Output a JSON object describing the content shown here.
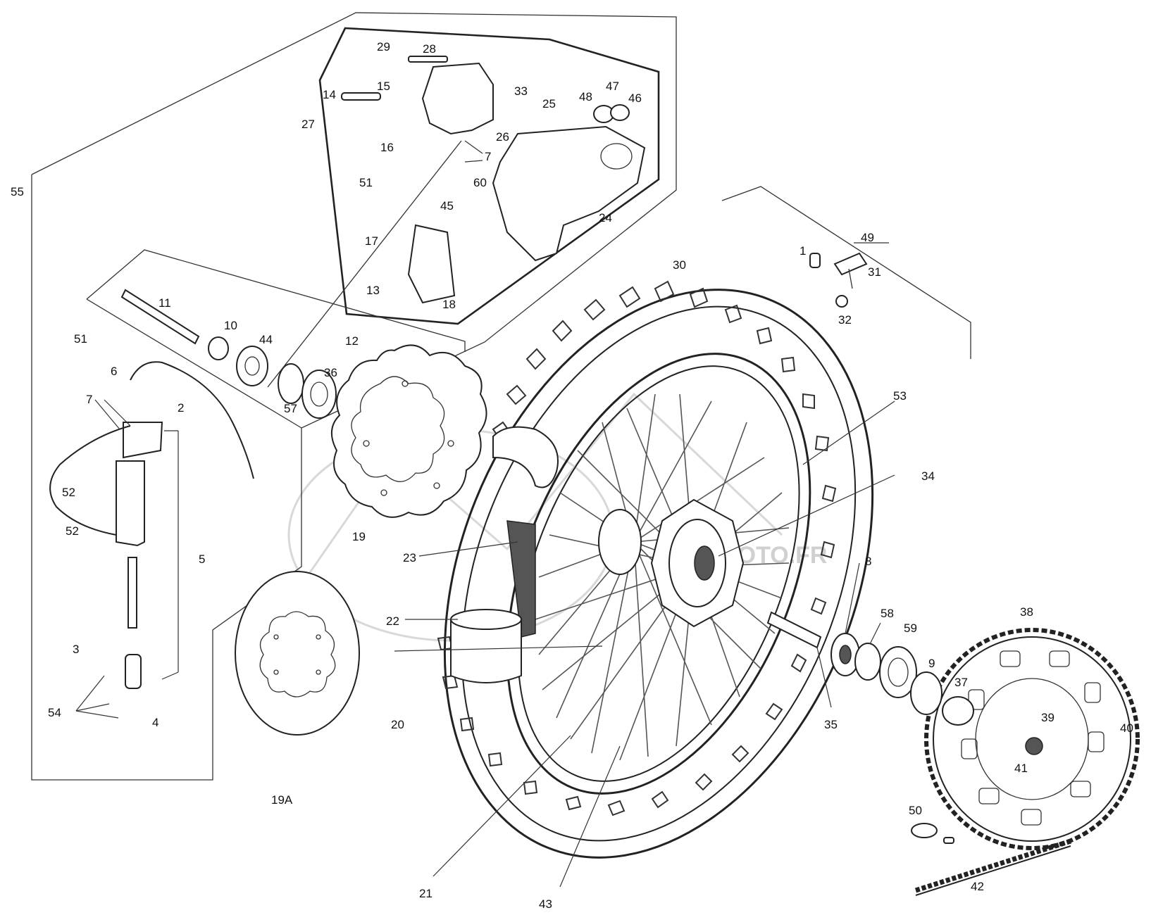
{
  "labels": {
    "l1": "1",
    "l2": "2",
    "l3": "3",
    "l4": "4",
    "l5": "5",
    "l6": "6",
    "l7a": "7",
    "l7b": "7",
    "l8": "8",
    "l9a": "9",
    "l10": "10",
    "l11": "11",
    "l12": "12",
    "l13": "13",
    "l14": "14",
    "l15": "15",
    "l16": "16",
    "l17": "17",
    "l18": "18",
    "l19": "19",
    "l19a": "19A",
    "l20": "20",
    "l21": "21",
    "l22": "22",
    "l23": "23",
    "l24": "24",
    "l25": "25",
    "l26": "26",
    "l27": "27",
    "l28": "28",
    "l29": "29",
    "l30": "30",
    "l31": "31",
    "l32": "32",
    "l33": "33",
    "l34": "34",
    "l35": "35",
    "l36": "36",
    "l37": "37",
    "l38": "38",
    "l39": "39",
    "l40": "40",
    "l41": "41",
    "l42": "42",
    "l43": "43",
    "l44": "44",
    "l45": "45",
    "l46": "46",
    "l47": "47",
    "l48": "48",
    "l49": "49",
    "l50": "50",
    "l51a": "51",
    "l51b": "51",
    "l52a": "52",
    "l52b": "52",
    "l53": "53",
    "l54": "54",
    "l55": "55",
    "l57": "57",
    "l58": "58",
    "l59": "59",
    "l60": "60"
  },
  "watermark": "...MOTO.FR",
  "colors": {
    "line": "#222222",
    "background": "#ffffff",
    "watermark": "#d8d8d8"
  }
}
